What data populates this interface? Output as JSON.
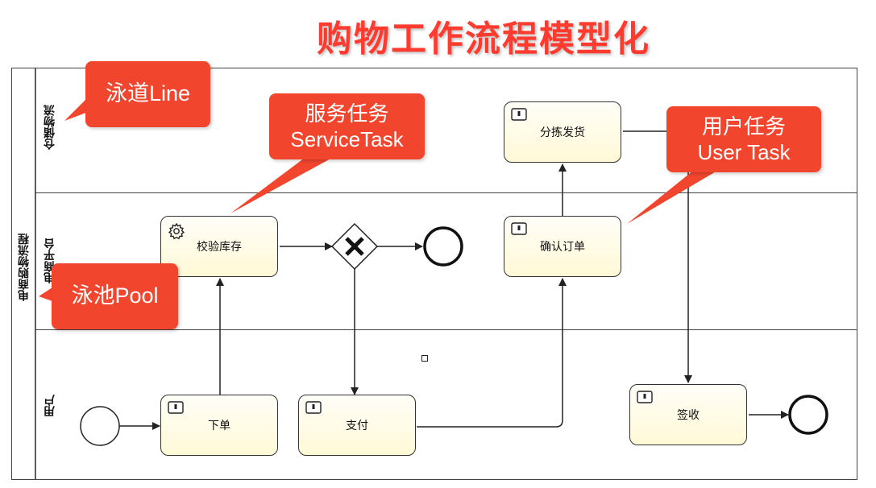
{
  "title": "购物工作流程模型化",
  "pool": {
    "label": "电商购物流程"
  },
  "lanes": [
    {
      "label": "仓储物流"
    },
    {
      "label": "电商平台"
    },
    {
      "label": "用户"
    }
  ],
  "tasks": {
    "check_stock": "校验库存",
    "sort_ship": "分拣发货",
    "confirm_order": "确认订单",
    "place_order": "下单",
    "pay": "支付",
    "sign_receive": "签收"
  },
  "callouts": {
    "lane": "泳道Line",
    "service_task_cn": "服务任务",
    "service_task_en": "ServiceTask",
    "user_task_cn": "用户任务",
    "user_task_en": "User Task",
    "pool": "泳池Pool"
  },
  "colors": {
    "title": "#ff3b2f",
    "callout": "#f2452d",
    "task_fill": "#fff9d6",
    "line": "#333333"
  },
  "icons": {
    "service_task": "gear-icon",
    "user_task": "user-task-icon",
    "gateway": "exclusive-gateway-x",
    "events": [
      "start-event-circle",
      "end-event-circle"
    ]
  }
}
